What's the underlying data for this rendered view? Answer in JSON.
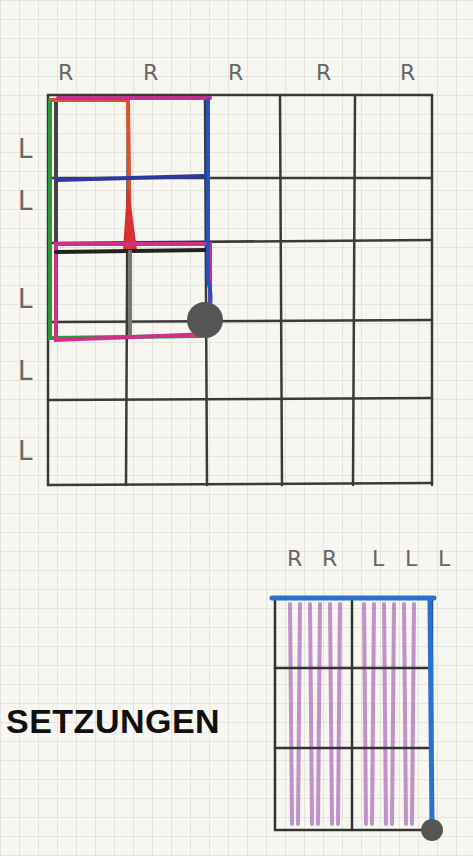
{
  "diagram": {
    "labels": [
      "R",
      "R",
      "R",
      "R",
      "R",
      "L",
      "L",
      "L",
      "L",
      "L",
      "R",
      "R",
      "L",
      "L",
      "L",
      "SETZUNGEN"
    ]
  }
}
